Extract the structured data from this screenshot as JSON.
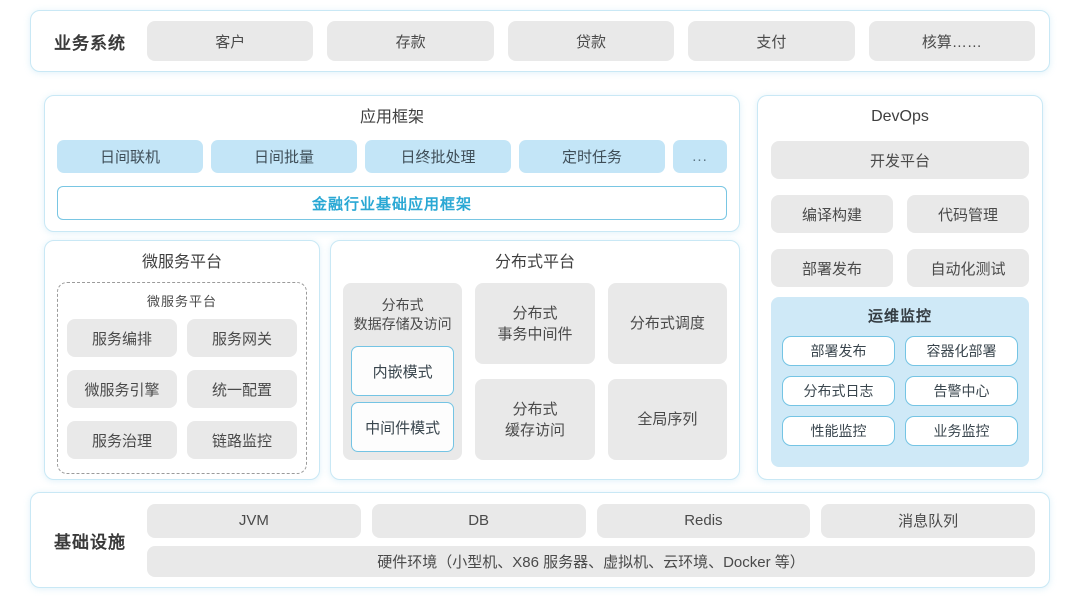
{
  "colors": {
    "panel_border": "#c9e8f5",
    "gray_button_bg": "#e9e9e9",
    "blue_button_bg": "#c3e5f7",
    "monitor_bg": "#cfe9f7",
    "monitor_button_border": "#74c4e4",
    "accent_text": "#2aa8d4",
    "text_dark": "#3f3f3f"
  },
  "business_systems": {
    "label": "业务系统",
    "items": [
      "客户",
      "存款",
      "贷款",
      "支付",
      "核算……"
    ]
  },
  "app_framework": {
    "title": "应用框架",
    "items": [
      "日间联机",
      "日间批量",
      "日终批处理",
      "定时任务",
      "..."
    ],
    "base_bar": "金融行业基础应用框架"
  },
  "devops": {
    "title": "DevOps",
    "dev_platform": "开发平台",
    "items": [
      "编译构建",
      "代码管理",
      "部署发布",
      "自动化测试"
    ],
    "monitoring": {
      "title": "运维监控",
      "items": [
        "部署发布",
        "容器化部署",
        "分布式日志",
        "告警中心",
        "性能监控",
        "业务监控"
      ]
    }
  },
  "microservice": {
    "title": "微服务平台",
    "inner_title": "微服务平台",
    "items": [
      "服务编排",
      "服务网关",
      "微服务引擎",
      "统一配置",
      "服务治理",
      "链路监控"
    ]
  },
  "distributed": {
    "title": "分布式平台",
    "storage": {
      "title": "分布式\n数据存储及访问",
      "modes": [
        "内嵌模式",
        "中间件模式"
      ]
    },
    "middle": [
      "分布式\n事务中间件",
      "分布式\n缓存访问"
    ],
    "right": [
      "分布式调度",
      "全局序列"
    ]
  },
  "infrastructure": {
    "label": "基础设施",
    "items": [
      "JVM",
      "DB",
      "Redis",
      "消息队列"
    ],
    "hardware": "硬件环境（小型机、X86 服务器、虚拟机、云环境、Docker 等）"
  }
}
